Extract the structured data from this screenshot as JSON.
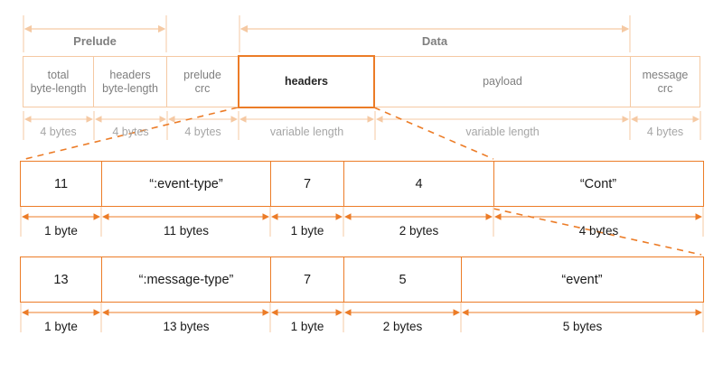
{
  "diagram": {
    "title": "Event stream message frame layout",
    "colors": {
      "accent": "#ec7c27",
      "light_rule": "#f5c9a3",
      "label_grey": "#7f7f7f",
      "dim_grey": "#a6a6a6",
      "text_dark": "#1a1a1a"
    }
  },
  "sections": [
    {
      "label": "Prelude"
    },
    {
      "label": "Data"
    }
  ],
  "frame": {
    "cells": [
      {
        "label": "total\nbyte-length",
        "line1": "total",
        "line2": "byte-length",
        "emphasis": false
      },
      {
        "label": "headers\nbyte-length",
        "line1": "headers",
        "line2": "byte-length",
        "emphasis": false
      },
      {
        "label": "prelude\ncrc",
        "line1": "prelude",
        "line2": "crc",
        "emphasis": false
      },
      {
        "label": "headers",
        "line1": "headers",
        "line2": "",
        "emphasis": true
      },
      {
        "label": "payload",
        "line1": "payload",
        "line2": "",
        "emphasis": false
      },
      {
        "label": "message\ncrc",
        "line1": "message",
        "line2": "crc",
        "emphasis": false
      }
    ],
    "sizes": [
      "4 bytes",
      "4 bytes",
      "4 bytes",
      "variable length",
      "variable length",
      "4 bytes"
    ]
  },
  "detail_tables": [
    {
      "name": "event-type-header",
      "cells": [
        "11",
        "“:event-type”",
        "7",
        "4",
        "“Cont”"
      ],
      "sizes": [
        "1 byte",
        "11 bytes",
        "1 byte",
        "2 bytes",
        "4 bytes"
      ]
    },
    {
      "name": "message-type-header",
      "cells": [
        "13",
        "“:message-type”",
        "7",
        "5",
        "“event”"
      ],
      "sizes": [
        "1 byte",
        "13 bytes",
        "1 byte",
        "2 bytes",
        "5 bytes"
      ]
    }
  ]
}
